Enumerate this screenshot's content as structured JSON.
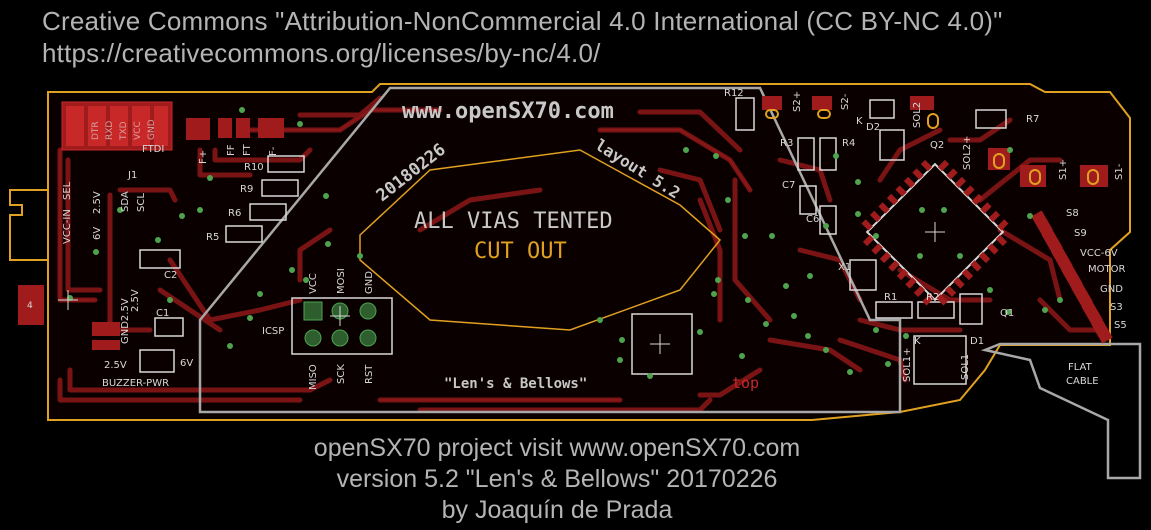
{
  "header": {
    "license_line": "Creative Commons \"Attribution-NonCommercial 4.0 International (CC BY-NC 4.0)\"",
    "license_url": "https://creativecommons.org/licenses/by-nc/4.0/"
  },
  "board": {
    "website": "www.openSX70.com",
    "date": "20180226",
    "layout": "layout 5.2",
    "vias_note": "ALL VIAS TENTED",
    "cutout": "CUT OUT",
    "nickname": "\"Len's & Bellows\"",
    "side": "top",
    "flat_cable": [
      "FLAT",
      "CABLE"
    ],
    "icsp": "ICSP",
    "icsp_pins_top": [
      "VCC",
      "MOSI",
      "GND"
    ],
    "icsp_pins_bottom": [
      "MISO",
      "SCK",
      "RST"
    ],
    "parts": {
      "ftdi": "FTDI",
      "j1": "J1",
      "r12": "R12",
      "r10": "R10",
      "r9": "R9",
      "r6": "R6",
      "r5": "R5",
      "r3": "R3",
      "r4": "R4",
      "r7": "R7",
      "r1": "R1",
      "r2": "R2",
      "c1": "C1",
      "c2": "C2",
      "c6": "C6",
      "c7": "C7",
      "d1": "D1",
      "d2": "D2",
      "q1": "Q1",
      "q2": "Q2",
      "x1": "X1",
      "k_d2": "K",
      "k_d1": "K",
      "s1p": "S1+",
      "s1m": "S1-",
      "s2p": "S2+",
      "s2m": "S2-",
      "sol2": "SOL2",
      "sol2p": "SOL2+",
      "sol1p": "SOL1+",
      "sol1": "SOL1",
      "ff": "FF",
      "ft": "FT",
      "fm": "F-",
      "f_plus": "F+",
      "sda": "SDA",
      "scl": "SCL",
      "vcc_in": "VCC-IN",
      "sel": "SEL",
      "v25": "2.5V",
      "v6": "6V",
      "v25b": "2.5V",
      "gnd25": "GND2.5V",
      "buzzer_pwr": "BUZZER-PWR",
      "buzzer_25": "2.5V",
      "buzzer_6": "6V",
      "hdr_pins": [
        "DTR",
        "RXD",
        "TXD",
        "VCC",
        "GND"
      ],
      "conn_labels": [
        "S8",
        "S9",
        "VCC-6V",
        "MOTOR",
        "GND",
        "S3",
        "S5"
      ],
      "pad4": "4"
    }
  },
  "footer": {
    "line1": "openSX70 project visit www.openSX70.com",
    "line2": "version 5.2 \"Len's & Bellows\" 20170226",
    "line3": "by Joaquín de Prada"
  },
  "colors": {
    "background": "#000000",
    "copper": "#7a1414",
    "copper_edge": "#a01c1c",
    "outline": "#e0a020",
    "silkscreen": "#c8c8c8",
    "via": "#4ea34e",
    "header_text": "#b4b4b4"
  }
}
